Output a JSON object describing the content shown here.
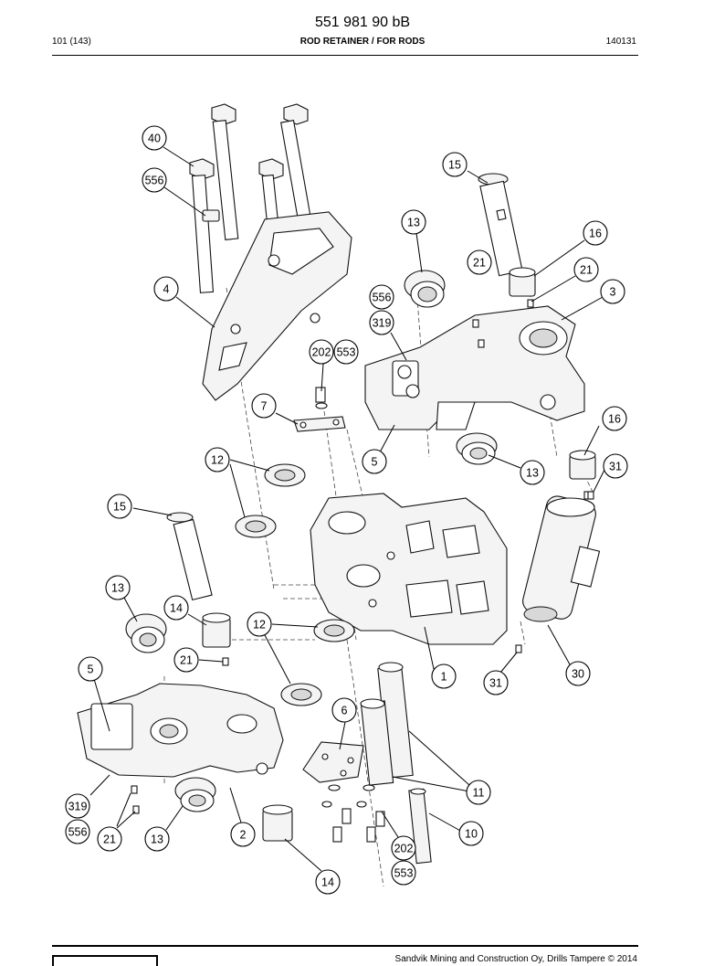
{
  "header": {
    "doc_number": "551 981 90 bB",
    "page_ref": "101 (143)",
    "title": "ROD RETAINER / FOR RODS",
    "date_code": "140131"
  },
  "callouts": [
    {
      "id": "c40",
      "label": "40"
    },
    {
      "id": "c556a",
      "label": "556"
    },
    {
      "id": "c4",
      "label": "4"
    },
    {
      "id": "c15a",
      "label": "15"
    },
    {
      "id": "c13a",
      "label": "13"
    },
    {
      "id": "c21a",
      "label": "21"
    },
    {
      "id": "c16a",
      "label": "16"
    },
    {
      "id": "c21b",
      "label": "21"
    },
    {
      "id": "c3",
      "label": "3"
    },
    {
      "id": "c556b",
      "label": "556"
    },
    {
      "id": "c319a",
      "label": "319"
    },
    {
      "id": "c202a",
      "label": "202"
    },
    {
      "id": "c553a",
      "label": "553"
    },
    {
      "id": "c7",
      "label": "7"
    },
    {
      "id": "c5a",
      "label": "5"
    },
    {
      "id": "c16b",
      "label": "16"
    },
    {
      "id": "c13b",
      "label": "13"
    },
    {
      "id": "c31a",
      "label": "31"
    },
    {
      "id": "c12a",
      "label": "12"
    },
    {
      "id": "c15b",
      "label": "15"
    },
    {
      "id": "c13c",
      "label": "13"
    },
    {
      "id": "c14a",
      "label": "14"
    },
    {
      "id": "c12b",
      "label": "12"
    },
    {
      "id": "c21c",
      "label": "21"
    },
    {
      "id": "c5b",
      "label": "5"
    },
    {
      "id": "c1",
      "label": "1"
    },
    {
      "id": "c31b",
      "label": "31"
    },
    {
      "id": "c30",
      "label": "30"
    },
    {
      "id": "c6",
      "label": "6"
    },
    {
      "id": "c11",
      "label": "11"
    },
    {
      "id": "c319b",
      "label": "319"
    },
    {
      "id": "c556c",
      "label": "556"
    },
    {
      "id": "c21d",
      "label": "21"
    },
    {
      "id": "c13d",
      "label": "13"
    },
    {
      "id": "c2",
      "label": "2"
    },
    {
      "id": "c10",
      "label": "10"
    },
    {
      "id": "c202b",
      "label": "202"
    },
    {
      "id": "c553b",
      "label": "553"
    },
    {
      "id": "c14b",
      "label": "14"
    }
  ],
  "footer": {
    "copyright": "Sandvik Mining and Construction Oy, Drills Tampere © 2014"
  }
}
